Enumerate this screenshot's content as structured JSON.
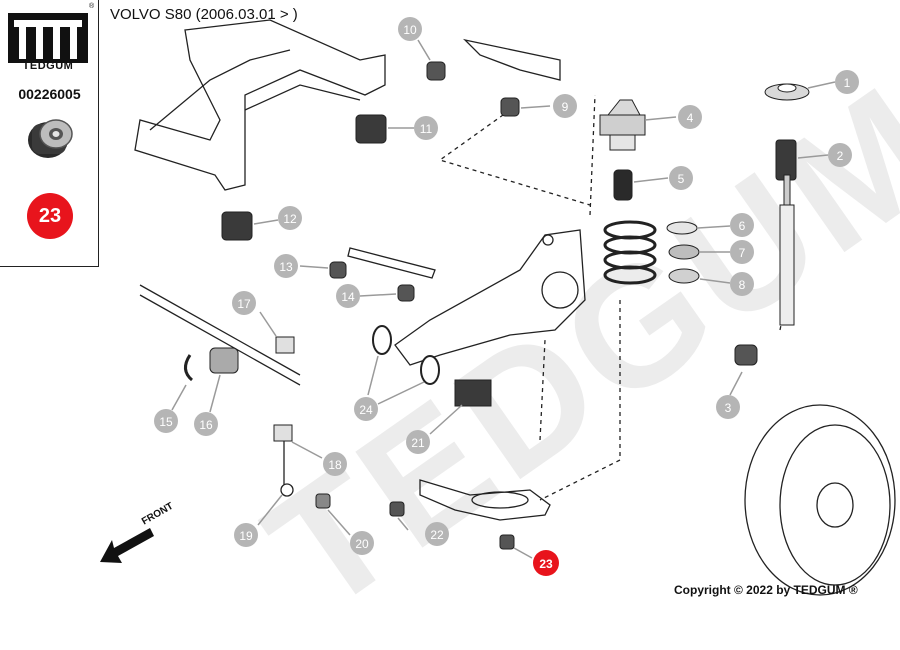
{
  "brand": {
    "name": "TEDGUM",
    "registered_mark": "®",
    "part_number": "00226005",
    "highlighted_part": "23",
    "badge_color": "#e8141c"
  },
  "vehicle": {
    "title": "VOLVO S80 (2006.03.01 > )"
  },
  "watermark": "TEDGUM",
  "front_label": "FRONT",
  "copyright": "Copyright © 2022 by TEDGUM ®",
  "callouts": [
    "1",
    "2",
    "3",
    "4",
    "5",
    "6",
    "7",
    "8",
    "9",
    "10",
    "11",
    "12",
    "13",
    "14",
    "15",
    "16",
    "17",
    "18",
    "19",
    "20",
    "21",
    "22",
    "23",
    "24"
  ],
  "icons": {
    "logo": "tedgum-logo-icon",
    "part_thumb": "bushing-icon",
    "front_arrow": "arrow-front-icon"
  }
}
